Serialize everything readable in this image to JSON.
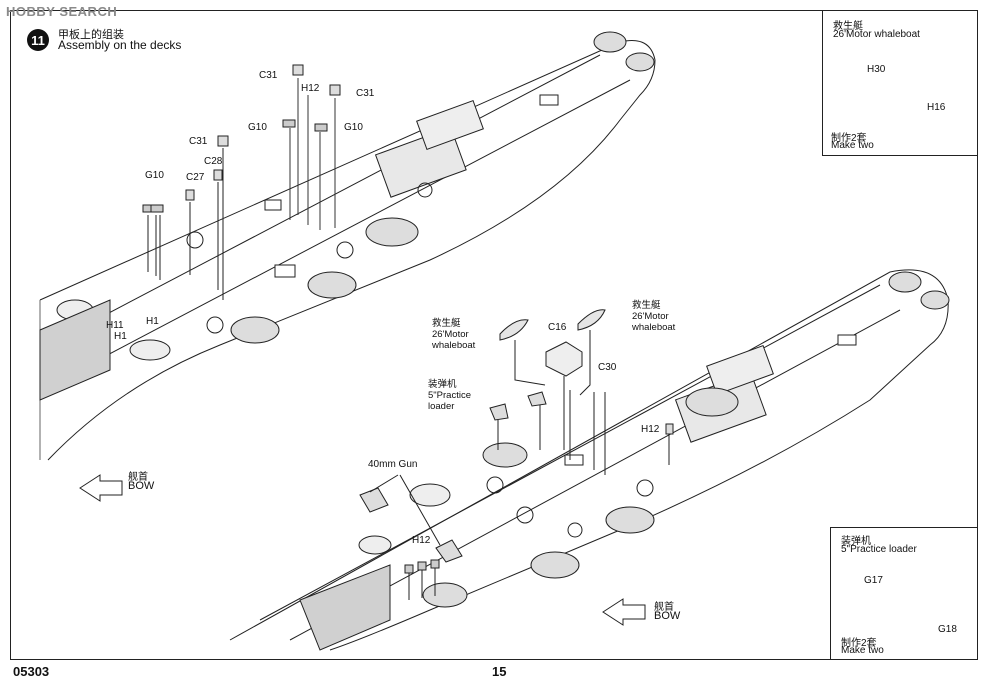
{
  "watermark": "HOBBY SEARCH",
  "step": {
    "number": "11",
    "title_cn": "甲板上的组装",
    "title_en": "Assembly on the decks"
  },
  "upper_ship": {
    "parts": {
      "c31_top": "C31",
      "h12": "H12",
      "c31_right": "C31",
      "g10_left": "G10",
      "g10_right": "G10",
      "c31_mid": "C31",
      "c28": "C28",
      "g10_low": "G10",
      "c27": "C27",
      "h11": "H11",
      "h1_a": "H1",
      "h1_b": "H1"
    },
    "bow_cn": "舰首",
    "bow_en": "BOW"
  },
  "lower_ship": {
    "whaleboat_left": {
      "cn": "救生艇",
      "en1": "26'Motor",
      "en2": "whaleboat"
    },
    "whaleboat_right": {
      "cn": "救生艇",
      "en1": "26'Motor",
      "en2": "whaleboat"
    },
    "c16": "C16",
    "c30": "C30",
    "h12": "H12",
    "loader": {
      "cn": "装弹机",
      "en1": "5\"Practice",
      "en2": "loader"
    },
    "gun_40mm": "40mm Gun",
    "h12_b": "H12",
    "bow_cn": "舰首",
    "bow_en": "BOW"
  },
  "inset_whaleboat": {
    "title_cn": "救生艇",
    "title_en": "26'Motor  whaleboat",
    "part_a": "H30",
    "part_b": "H16",
    "make_cn": "制作2套",
    "make_en": "Make two"
  },
  "inset_loader": {
    "title_cn": "装弹机",
    "title_en": "5\"Practice loader",
    "part_a": "G17",
    "part_b": "G18",
    "make_cn": "制作2套",
    "make_en": "Make two"
  },
  "footer": {
    "code": "05303",
    "page": "15"
  }
}
